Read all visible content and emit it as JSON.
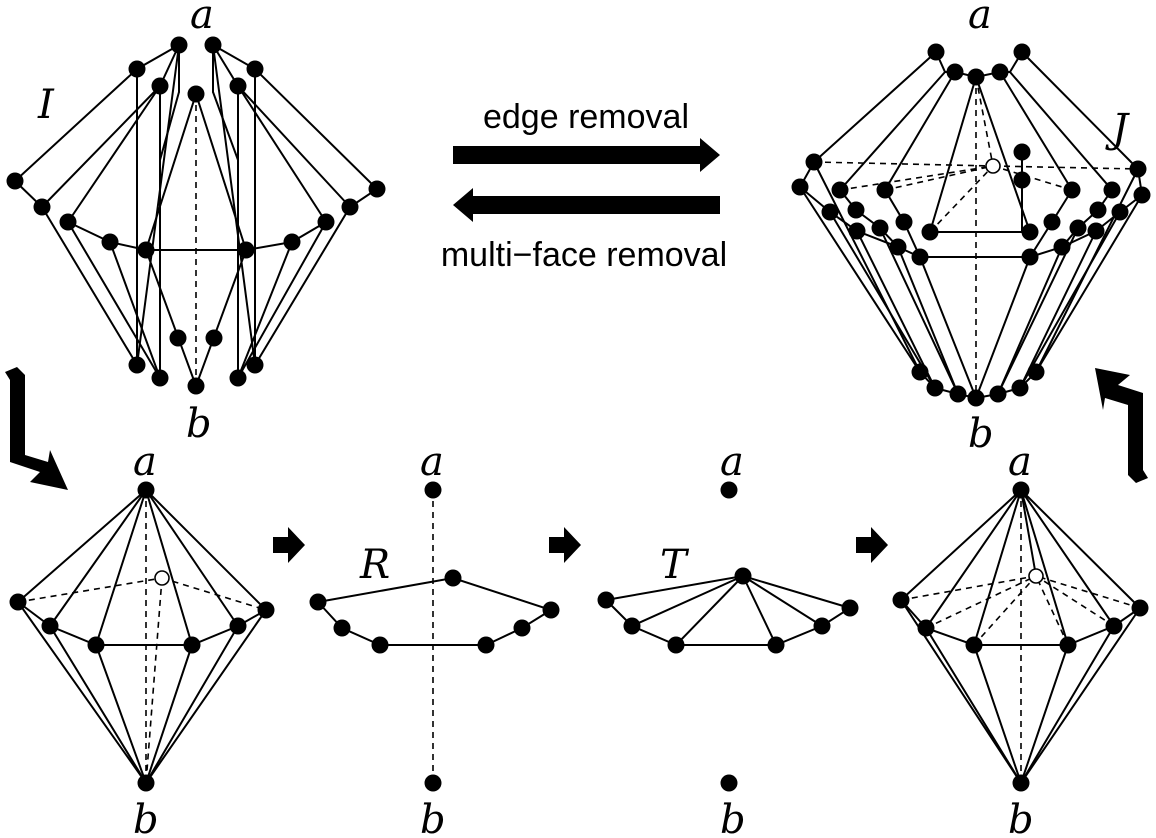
{
  "captions": {
    "forward": "edge removal",
    "backward": "multi−face removal"
  },
  "graph_labels": {
    "I": "I",
    "J": "J",
    "R": "R",
    "T": "T"
  },
  "apex_labels": {
    "top": "a",
    "bottom": "b"
  },
  "colors": {
    "ink": "#000000",
    "background": "#ffffff"
  }
}
